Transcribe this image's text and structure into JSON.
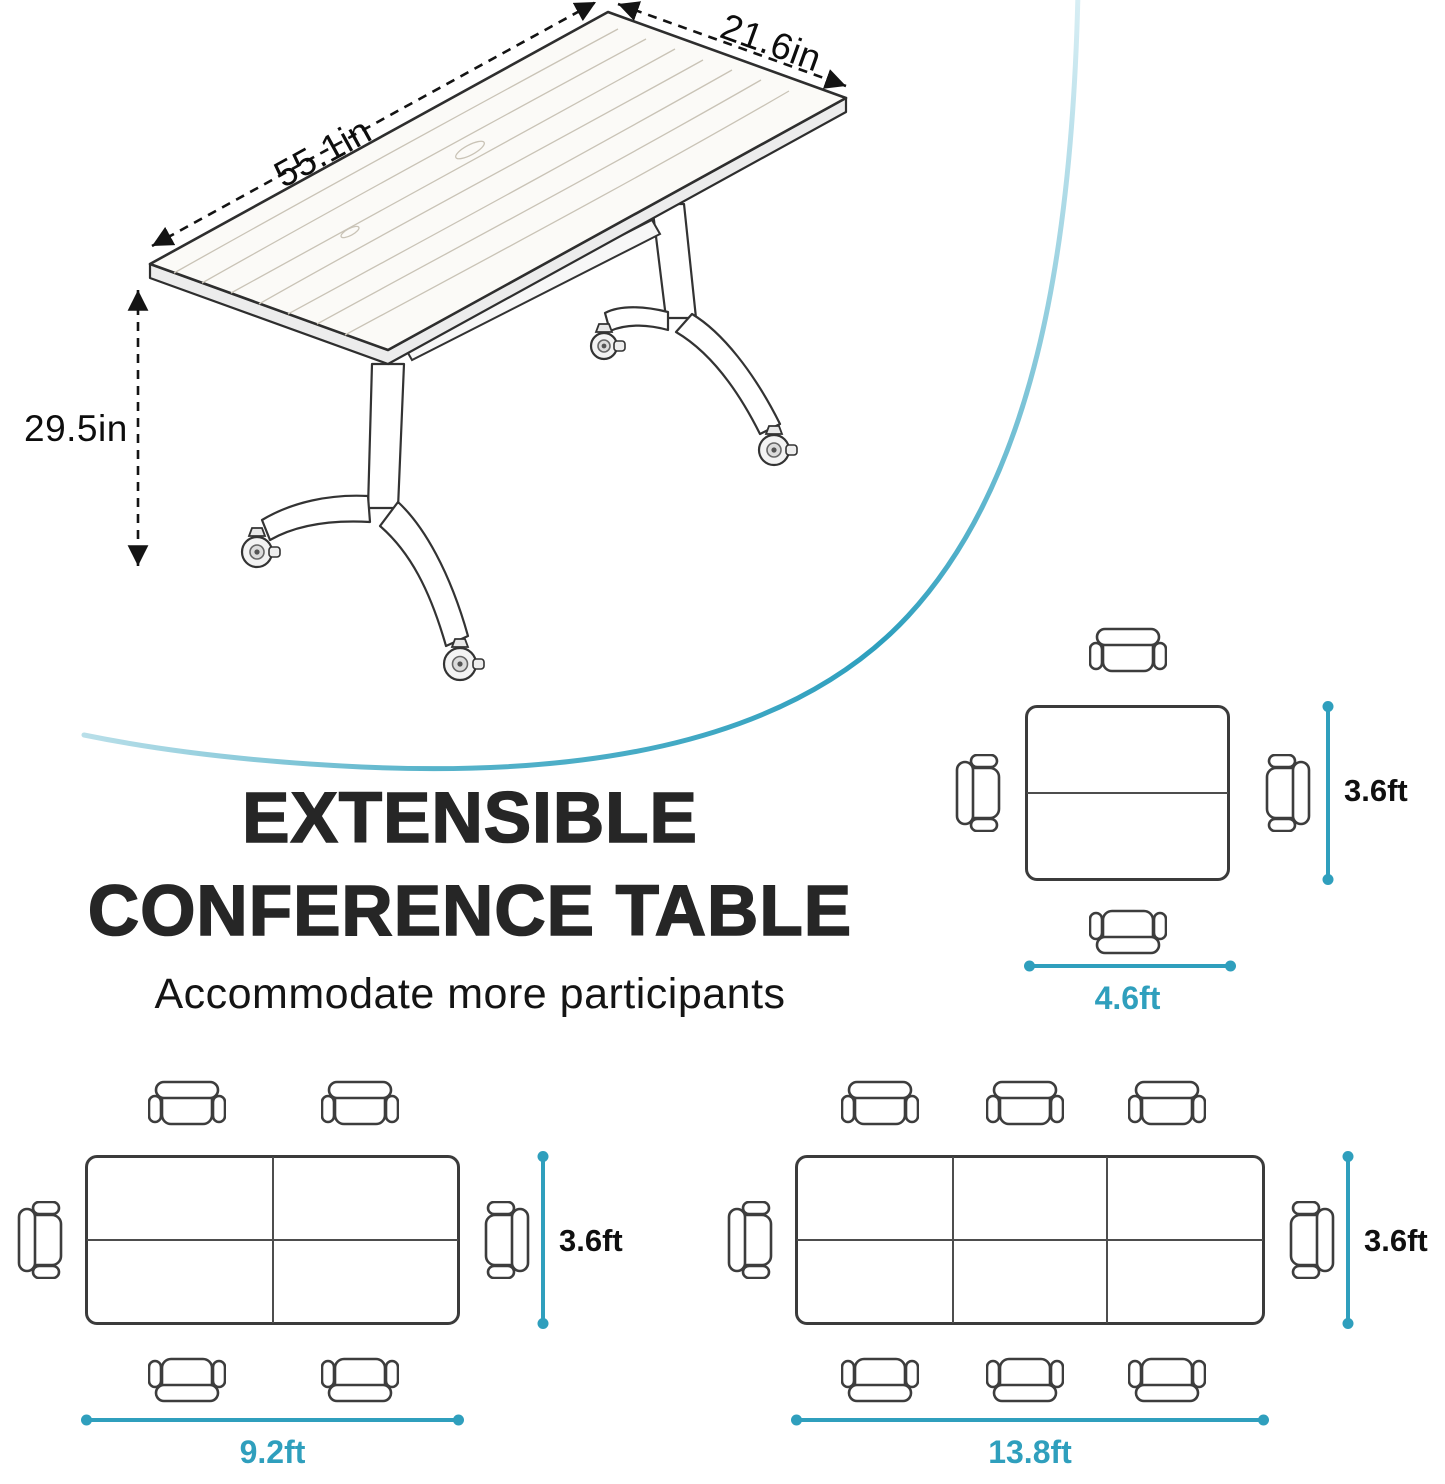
{
  "colors": {
    "accent": "#2f9fbd",
    "ink": "#161616"
  },
  "product": {
    "length": "55.1in",
    "width": "21.6in",
    "height": "29.5in"
  },
  "heading": {
    "line1": "EXTENSIBLE",
    "line2": "CONFERENCE TABLE",
    "subtitle": "Accommodate more participants"
  },
  "layouts": {
    "small": {
      "chairs": 4,
      "depth": "3.6ft",
      "width": "4.6ft"
    },
    "medium": {
      "chairs": 6,
      "depth": "3.6ft",
      "width": "9.2ft"
    },
    "large": {
      "chairs": 8,
      "depth": "3.6ft",
      "width": "13.8ft"
    }
  }
}
